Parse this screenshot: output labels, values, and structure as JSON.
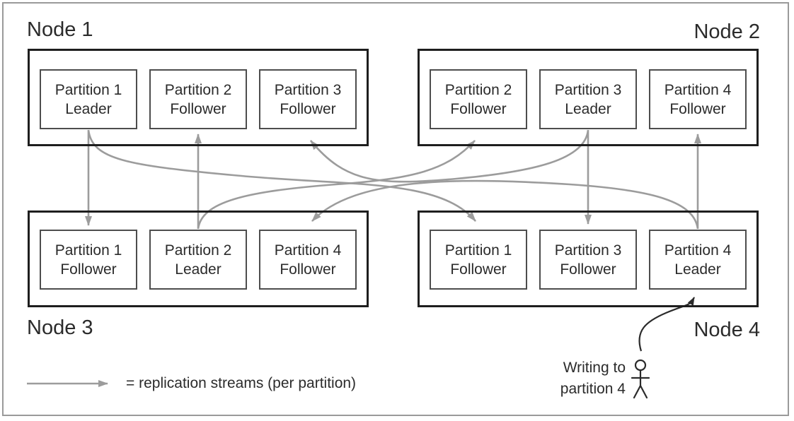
{
  "diagram_title": "",
  "colors": {
    "replication_arrow": "#9c9c9c",
    "node_border": "#1e1e1e",
    "partition_border": "#4d4d4d",
    "text": "#2b2b2b",
    "writer_arrow": "#2b2b2b",
    "outer_frame": "#9a9a9a"
  },
  "nodes": [
    {
      "label": "Node 1",
      "label_position": "top-left",
      "partitions": [
        {
          "line1": "Partition 1",
          "line2": "Leader"
        },
        {
          "line1": "Partition 2",
          "line2": "Follower"
        },
        {
          "line1": "Partition 3",
          "line2": "Follower"
        }
      ]
    },
    {
      "label": "Node 2",
      "label_position": "top-right",
      "partitions": [
        {
          "line1": "Partition 2",
          "line2": "Follower"
        },
        {
          "line1": "Partition 3",
          "line2": "Leader"
        },
        {
          "line1": "Partition 4",
          "line2": "Follower"
        }
      ]
    },
    {
      "label": "Node 3",
      "label_position": "bottom-left",
      "partitions": [
        {
          "line1": "Partition 1",
          "line2": "Follower"
        },
        {
          "line1": "Partition 2",
          "line2": "Leader"
        },
        {
          "line1": "Partition 4",
          "line2": "Follower"
        }
      ]
    },
    {
      "label": "Node 4",
      "label_position": "bottom-right",
      "partitions": [
        {
          "line1": "Partition 1",
          "line2": "Follower"
        },
        {
          "line1": "Partition 3",
          "line2": "Follower"
        },
        {
          "line1": "Partition 4",
          "line2": "Leader"
        }
      ]
    }
  ],
  "streams": [
    {
      "partition": "Partition 1",
      "from": "Node 1",
      "to": "Node 3",
      "type": "replication"
    },
    {
      "partition": "Partition 1",
      "from": "Node 1",
      "to": "Node 4",
      "type": "replication"
    },
    {
      "partition": "Partition 2",
      "from": "Node 3",
      "to": "Node 1",
      "type": "replication"
    },
    {
      "partition": "Partition 2",
      "from": "Node 3",
      "to": "Node 2",
      "type": "replication"
    },
    {
      "partition": "Partition 3",
      "from": "Node 2",
      "to": "Node 1",
      "type": "replication"
    },
    {
      "partition": "Partition 3",
      "from": "Node 2",
      "to": "Node 4",
      "type": "replication"
    },
    {
      "partition": "Partition 4",
      "from": "Node 4",
      "to": "Node 2",
      "type": "replication"
    },
    {
      "partition": "Partition 4",
      "from": "Node 4",
      "to": "Node 3",
      "type": "replication"
    },
    {
      "partition": "Partition 4",
      "from": "client",
      "to": "Node 4",
      "type": "write"
    }
  ],
  "legend": {
    "text": "= replication streams (per partition)"
  },
  "annotation": {
    "line1": "Writing to",
    "line2": "partition 4"
  }
}
